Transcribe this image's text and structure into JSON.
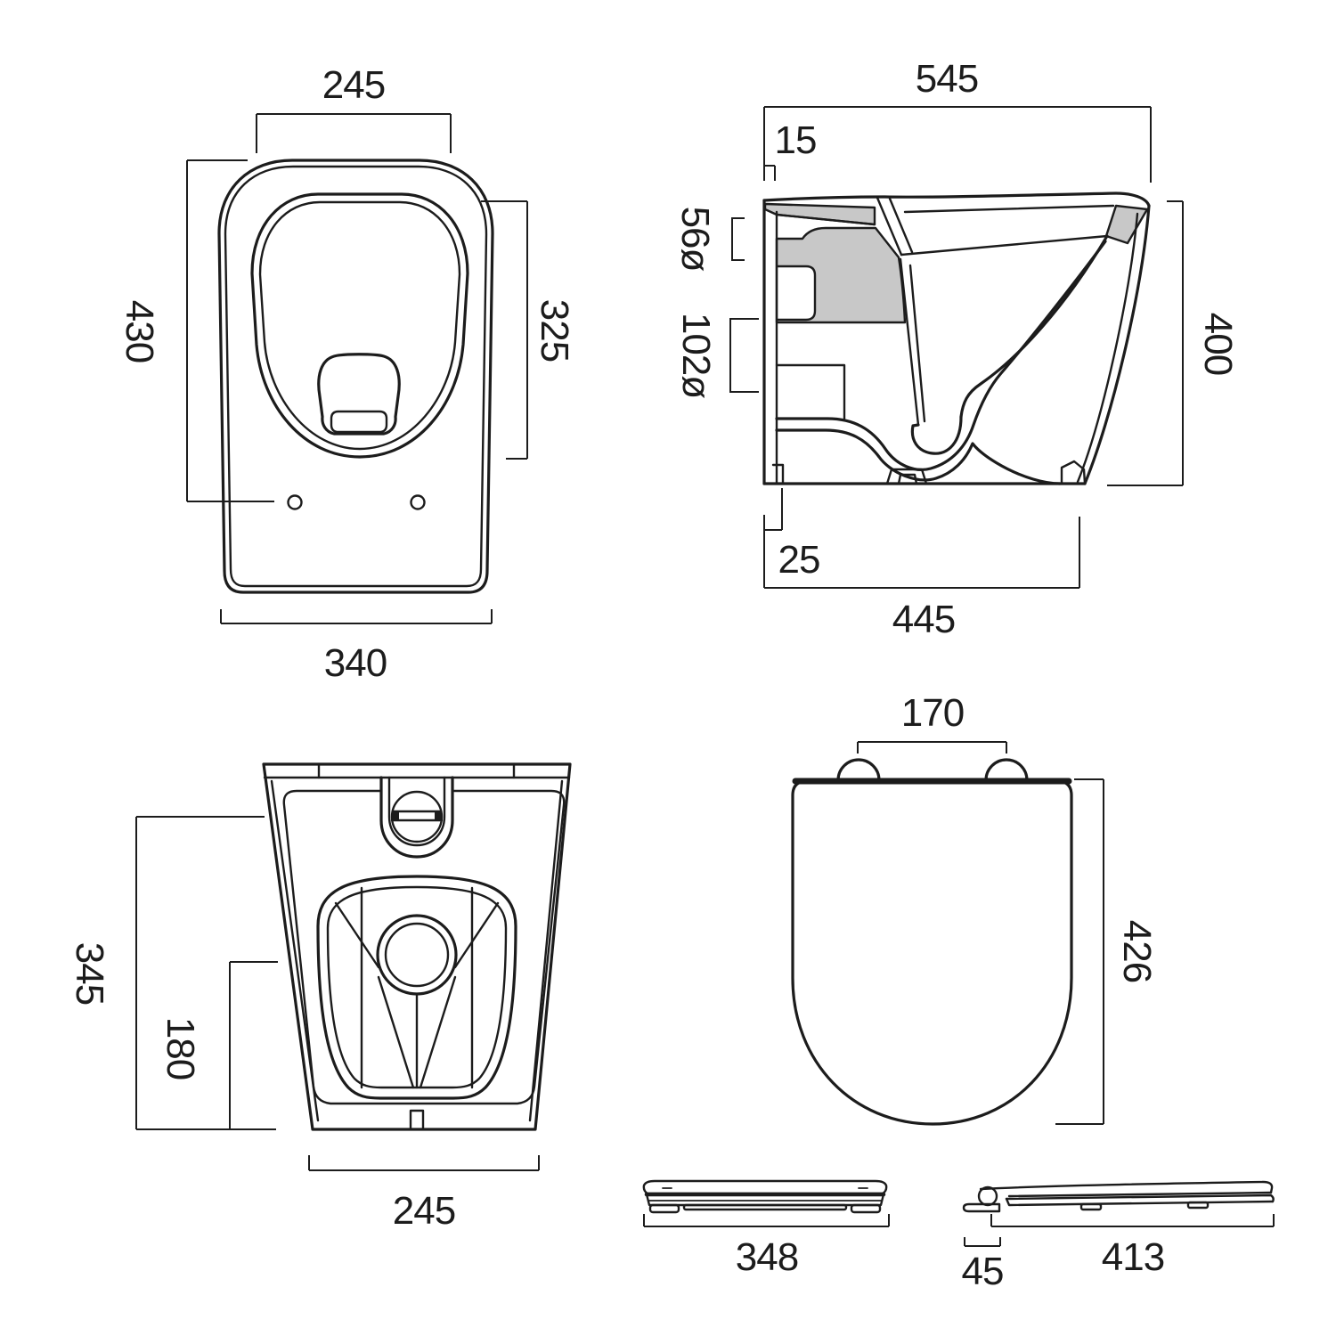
{
  "drawing": {
    "type": "sanitaryware technical dimension drawing",
    "units": "mm"
  },
  "colors": {
    "line": "#1c1c1c",
    "background": "#ffffff",
    "section_fill_gray": "#c8c8c8"
  },
  "views": {
    "plan": {
      "title": "pan plan view",
      "dims": {
        "rim_width": "245",
        "overall_length": "430",
        "bowl_length": "325",
        "base_width": "340"
      }
    },
    "section": {
      "title": "pan side section view",
      "dims": {
        "overall_depth": "545",
        "back_offset": "15",
        "inlet_diameter": "56ø",
        "outlet_diameter": "102ø",
        "overall_height": "400",
        "back_clearance": "25",
        "base_depth": "445"
      }
    },
    "rear": {
      "title": "pan rear view",
      "dims": {
        "inlet_height": "345",
        "outlet_height": "180",
        "base_width": "245"
      }
    },
    "seat": {
      "title": "seat views",
      "dims": {
        "hinge_centres": "170",
        "seat_length": "426",
        "seat_front_width": "348",
        "hinge_offset": "45",
        "seat_side_length": "413"
      }
    }
  }
}
